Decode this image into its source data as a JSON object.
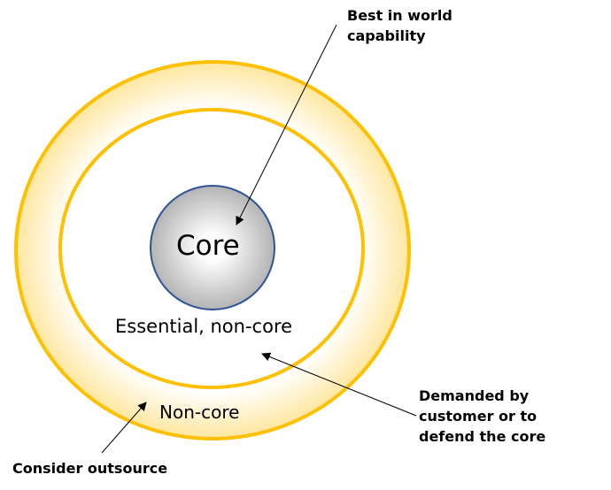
{
  "labels": {
    "core": "Core",
    "essential": "Essential, non-core",
    "noncore": "Non-core"
  },
  "callouts": {
    "best": [
      "Best in world",
      "capability"
    ],
    "demanded": [
      "Demanded by",
      "customer or to",
      "defend the core"
    ],
    "outsource": "Consider outsource"
  },
  "colors": {
    "ring": "#FFC000",
    "core_fill": "#BFBFBF",
    "core_border": "#2F5597"
  }
}
